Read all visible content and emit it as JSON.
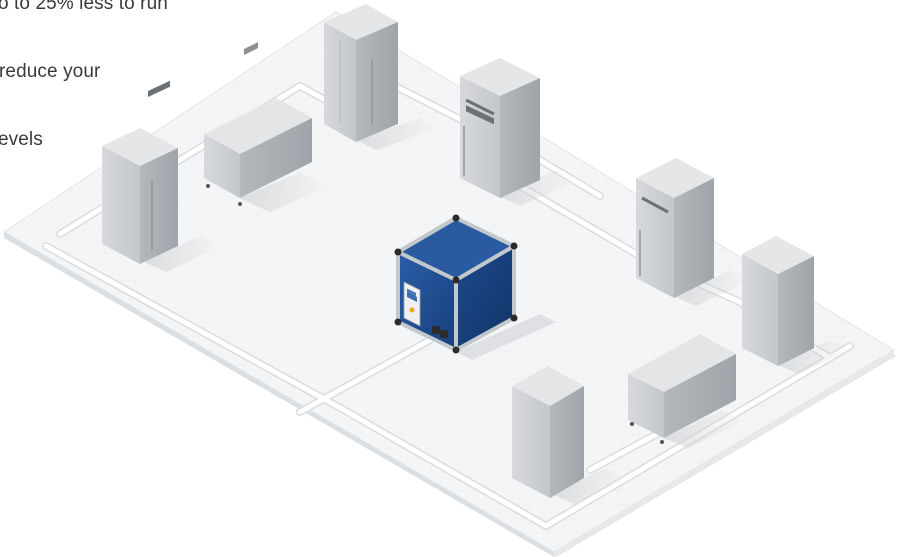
{
  "text_lines": [
    "o to 25% less to run",
    "reduce your",
    "evels"
  ],
  "colors": {
    "floor": "#f3f4f5",
    "floor_edge": "#dfe1e3",
    "pipe": "#ffffff",
    "unit_body": "#c9cccf",
    "unit_side": "#aeb2b6",
    "cube_blue": "#1f4f96",
    "cube_frame": "#b7bcc2",
    "cube_corner": "#2b2b2b"
  },
  "scene": {
    "central_unit": "blue-refrigeration-cube",
    "appliances": [
      "upright-fridge-left",
      "counter-fridge",
      "tall-fridge-back",
      "upright-fridge-back-right",
      "upright-fridge-right",
      "tall-cabinet-right",
      "counter-cabinet-front",
      "tall-cabinet-front"
    ]
  }
}
